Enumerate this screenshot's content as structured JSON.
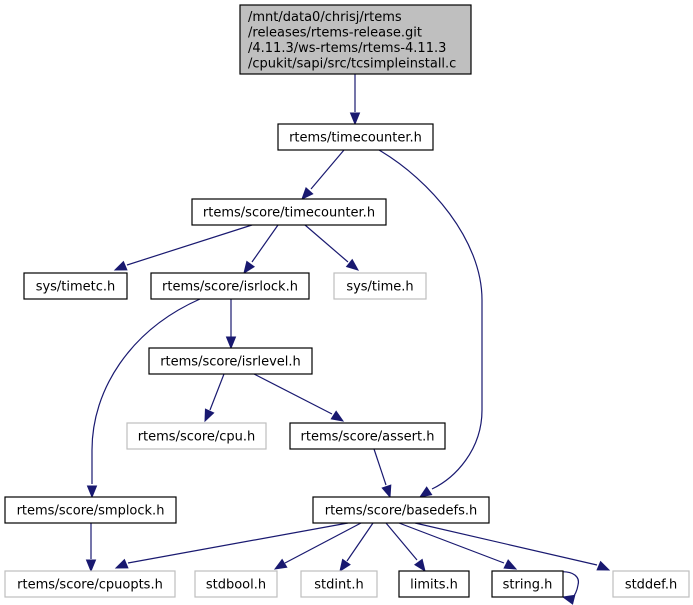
{
  "graph": {
    "type": "include-dependency-graph",
    "colors": {
      "edge": "#191970",
      "root_fill": "#bfbfbf",
      "documented_border": "#000000",
      "undocumented_border": "#bfbfbf"
    },
    "nodes": [
      {
        "id": "root",
        "lines": [
          "/mnt/data0/chrisj/rtems",
          "/releases/rtems-release.git",
          "/4.11.3/ws-rtems/rtems-4.11.3",
          "/cpukit/sapi/src/tcsimpleinstall.c"
        ],
        "kind": "root"
      },
      {
        "id": "rtems_timecounter",
        "lines": [
          "rtems/timecounter.h"
        ],
        "kind": "documented"
      },
      {
        "id": "score_timecounter",
        "lines": [
          "rtems/score/timecounter.h"
        ],
        "kind": "documented"
      },
      {
        "id": "sys_timetc",
        "lines": [
          "sys/timetc.h"
        ],
        "kind": "documented"
      },
      {
        "id": "score_isrlock",
        "lines": [
          "rtems/score/isrlock.h"
        ],
        "kind": "documented"
      },
      {
        "id": "sys_time",
        "lines": [
          "sys/time.h"
        ],
        "kind": "undocumented"
      },
      {
        "id": "score_isrlevel",
        "lines": [
          "rtems/score/isrlevel.h"
        ],
        "kind": "documented"
      },
      {
        "id": "score_cpu",
        "lines": [
          "rtems/score/cpu.h"
        ],
        "kind": "undocumented"
      },
      {
        "id": "score_assert",
        "lines": [
          "rtems/score/assert.h"
        ],
        "kind": "documented"
      },
      {
        "id": "score_smplock",
        "lines": [
          "rtems/score/smplock.h"
        ],
        "kind": "documented"
      },
      {
        "id": "score_basedefs",
        "lines": [
          "rtems/score/basedefs.h"
        ],
        "kind": "documented"
      },
      {
        "id": "score_cpuopts",
        "lines": [
          "rtems/score/cpuopts.h"
        ],
        "kind": "undocumented"
      },
      {
        "id": "stdbool",
        "lines": [
          "stdbool.h"
        ],
        "kind": "undocumented"
      },
      {
        "id": "stdint",
        "lines": [
          "stdint.h"
        ],
        "kind": "undocumented"
      },
      {
        "id": "limits",
        "lines": [
          "limits.h"
        ],
        "kind": "documented"
      },
      {
        "id": "string",
        "lines": [
          "string.h"
        ],
        "kind": "documented"
      },
      {
        "id": "stddef",
        "lines": [
          "stddef.h"
        ],
        "kind": "undocumented"
      }
    ],
    "edges": [
      {
        "from": "root",
        "to": "rtems_timecounter"
      },
      {
        "from": "rtems_timecounter",
        "to": "score_timecounter"
      },
      {
        "from": "rtems_timecounter",
        "to": "score_basedefs"
      },
      {
        "from": "score_timecounter",
        "to": "sys_timetc"
      },
      {
        "from": "score_timecounter",
        "to": "score_isrlock"
      },
      {
        "from": "score_timecounter",
        "to": "sys_time"
      },
      {
        "from": "score_isrlock",
        "to": "score_isrlevel"
      },
      {
        "from": "score_isrlock",
        "to": "score_smplock"
      },
      {
        "from": "score_isrlevel",
        "to": "score_cpu"
      },
      {
        "from": "score_isrlevel",
        "to": "score_assert"
      },
      {
        "from": "score_assert",
        "to": "score_basedefs"
      },
      {
        "from": "score_smplock",
        "to": "score_cpuopts"
      },
      {
        "from": "score_basedefs",
        "to": "score_cpuopts"
      },
      {
        "from": "score_basedefs",
        "to": "stdbool"
      },
      {
        "from": "score_basedefs",
        "to": "stdint"
      },
      {
        "from": "score_basedefs",
        "to": "limits"
      },
      {
        "from": "score_basedefs",
        "to": "string"
      },
      {
        "from": "score_basedefs",
        "to": "stddef"
      },
      {
        "from": "string",
        "to": "string"
      }
    ]
  }
}
